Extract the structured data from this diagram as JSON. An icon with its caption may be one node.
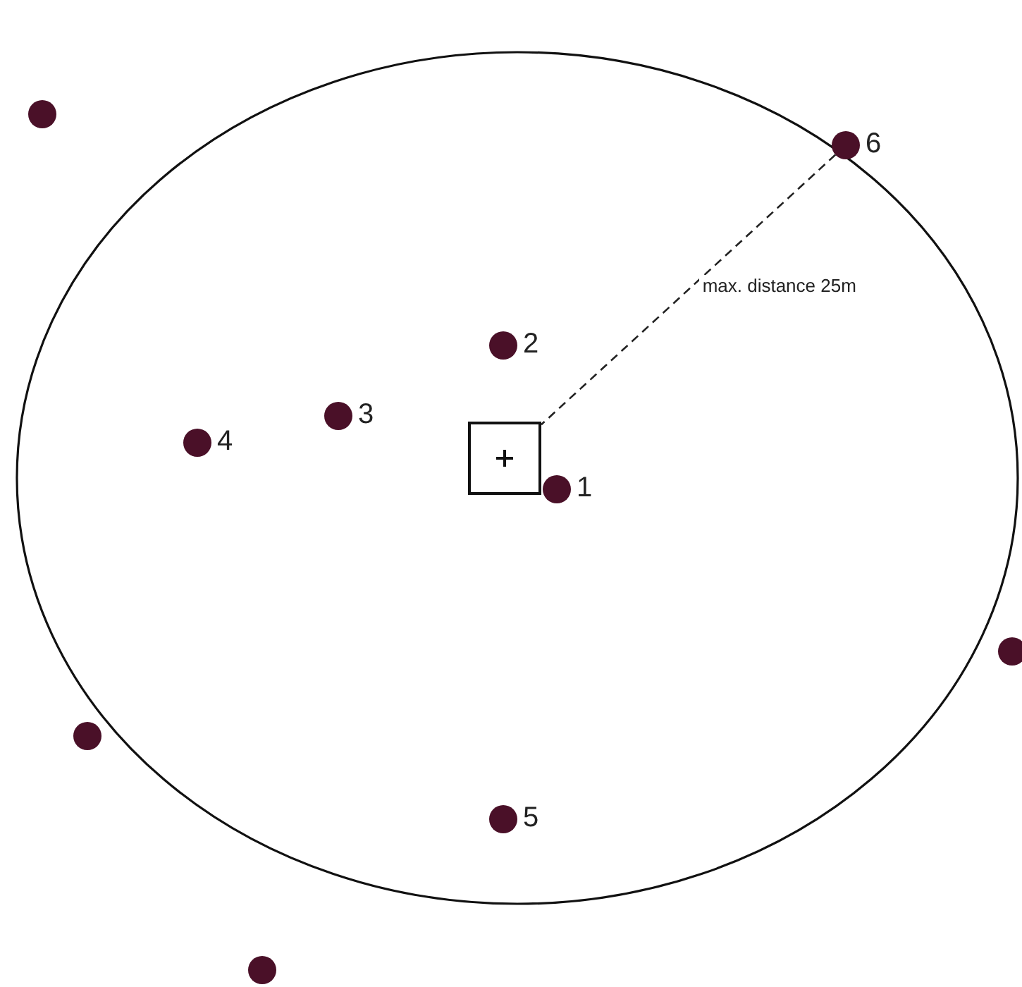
{
  "diagram": {
    "nodes": [
      {
        "text": [],
        "shape": "circle"
      },
      {
        "text": [],
        "shape": "circle",
        "beside": [
          "6"
        ]
      },
      {
        "text": [],
        "shape": "circle",
        "beside": [
          "2"
        ]
      },
      {
        "text": [],
        "shape": "circle",
        "beside": [
          "3"
        ]
      },
      {
        "text": [],
        "shape": "circle",
        "beside": [
          "4"
        ]
      },
      {
        "text": [],
        "shape": "box"
      },
      {
        "text": [],
        "shape": "circle",
        "beside": [
          "1"
        ]
      },
      {
        "text": [],
        "shape": "circle"
      },
      {
        "text": [],
        "shape": "circle"
      },
      {
        "text": [],
        "shape": "circle",
        "beside": [
          "5"
        ]
      },
      {
        "text": [],
        "shape": "circle"
      }
    ],
    "edges": [
      {
        "from": 1,
        "to": 5,
        "arrow": "none",
        "style": "dashed",
        "label": "max. distance 25m"
      }
    ]
  }
}
